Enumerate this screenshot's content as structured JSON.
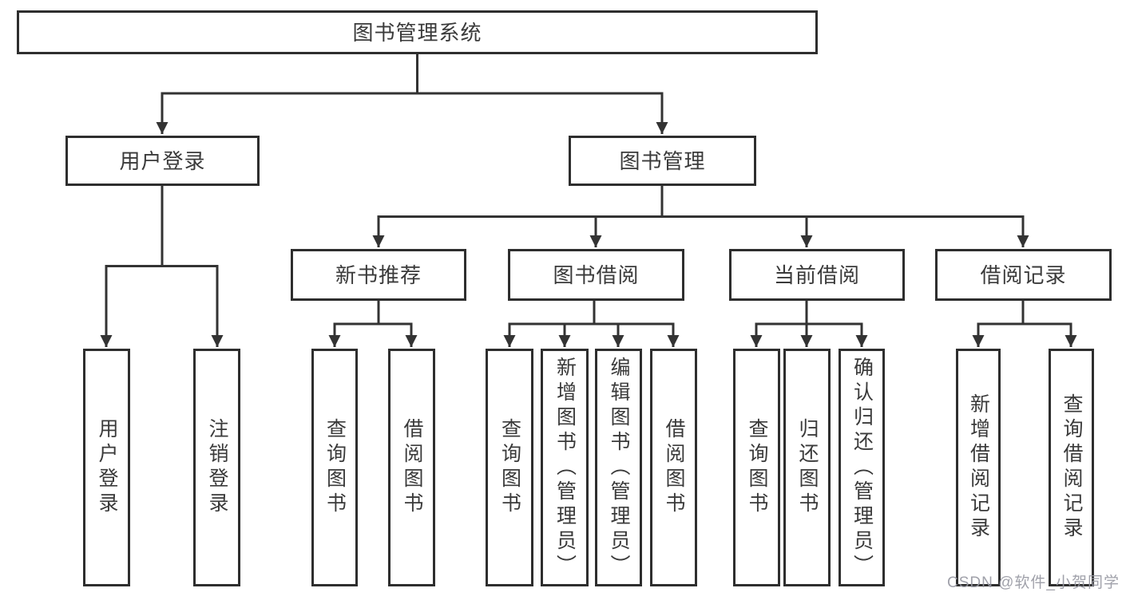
{
  "diagram": {
    "title_node": {
      "label": "图书管理系统"
    },
    "level2": [
      {
        "id": "user-login",
        "label": "用户登录"
      },
      {
        "id": "book-management",
        "label": "图书管理"
      }
    ],
    "level3": [
      {
        "id": "new-book-recommend",
        "label": "新书推荐"
      },
      {
        "id": "book-borrow",
        "label": "图书借阅"
      },
      {
        "id": "current-borrow",
        "label": "当前借阅"
      },
      {
        "id": "borrow-records",
        "label": "借阅记录"
      }
    ],
    "leaves": [
      {
        "parent": "user-login",
        "label": "用户登录"
      },
      {
        "parent": "user-login",
        "label": "注销登录"
      },
      {
        "parent": "new-book-recommend",
        "label": "查询图书"
      },
      {
        "parent": "new-book-recommend",
        "label": "借阅图书"
      },
      {
        "parent": "book-borrow",
        "label": "查询图书"
      },
      {
        "parent": "book-borrow",
        "label": "新增图书（管理员）"
      },
      {
        "parent": "book-borrow",
        "label": "编辑图书（管理员）"
      },
      {
        "parent": "book-borrow",
        "label": "借阅图书"
      },
      {
        "parent": "current-borrow",
        "label": "查询图书"
      },
      {
        "parent": "current-borrow",
        "label": "归还图书"
      },
      {
        "parent": "current-borrow",
        "label": "确认归还（管理员）"
      },
      {
        "parent": "borrow-records",
        "label": "新增借阅记录"
      },
      {
        "parent": "borrow-records",
        "label": "查询借阅记录"
      }
    ]
  },
  "watermark": "CSDN @软件_小贺同学",
  "colors": {
    "line": "#333333",
    "box_border": "#2e2e2e",
    "text": "#3a3a3a",
    "watermark": "#9899a3",
    "background": "#ffffff"
  }
}
